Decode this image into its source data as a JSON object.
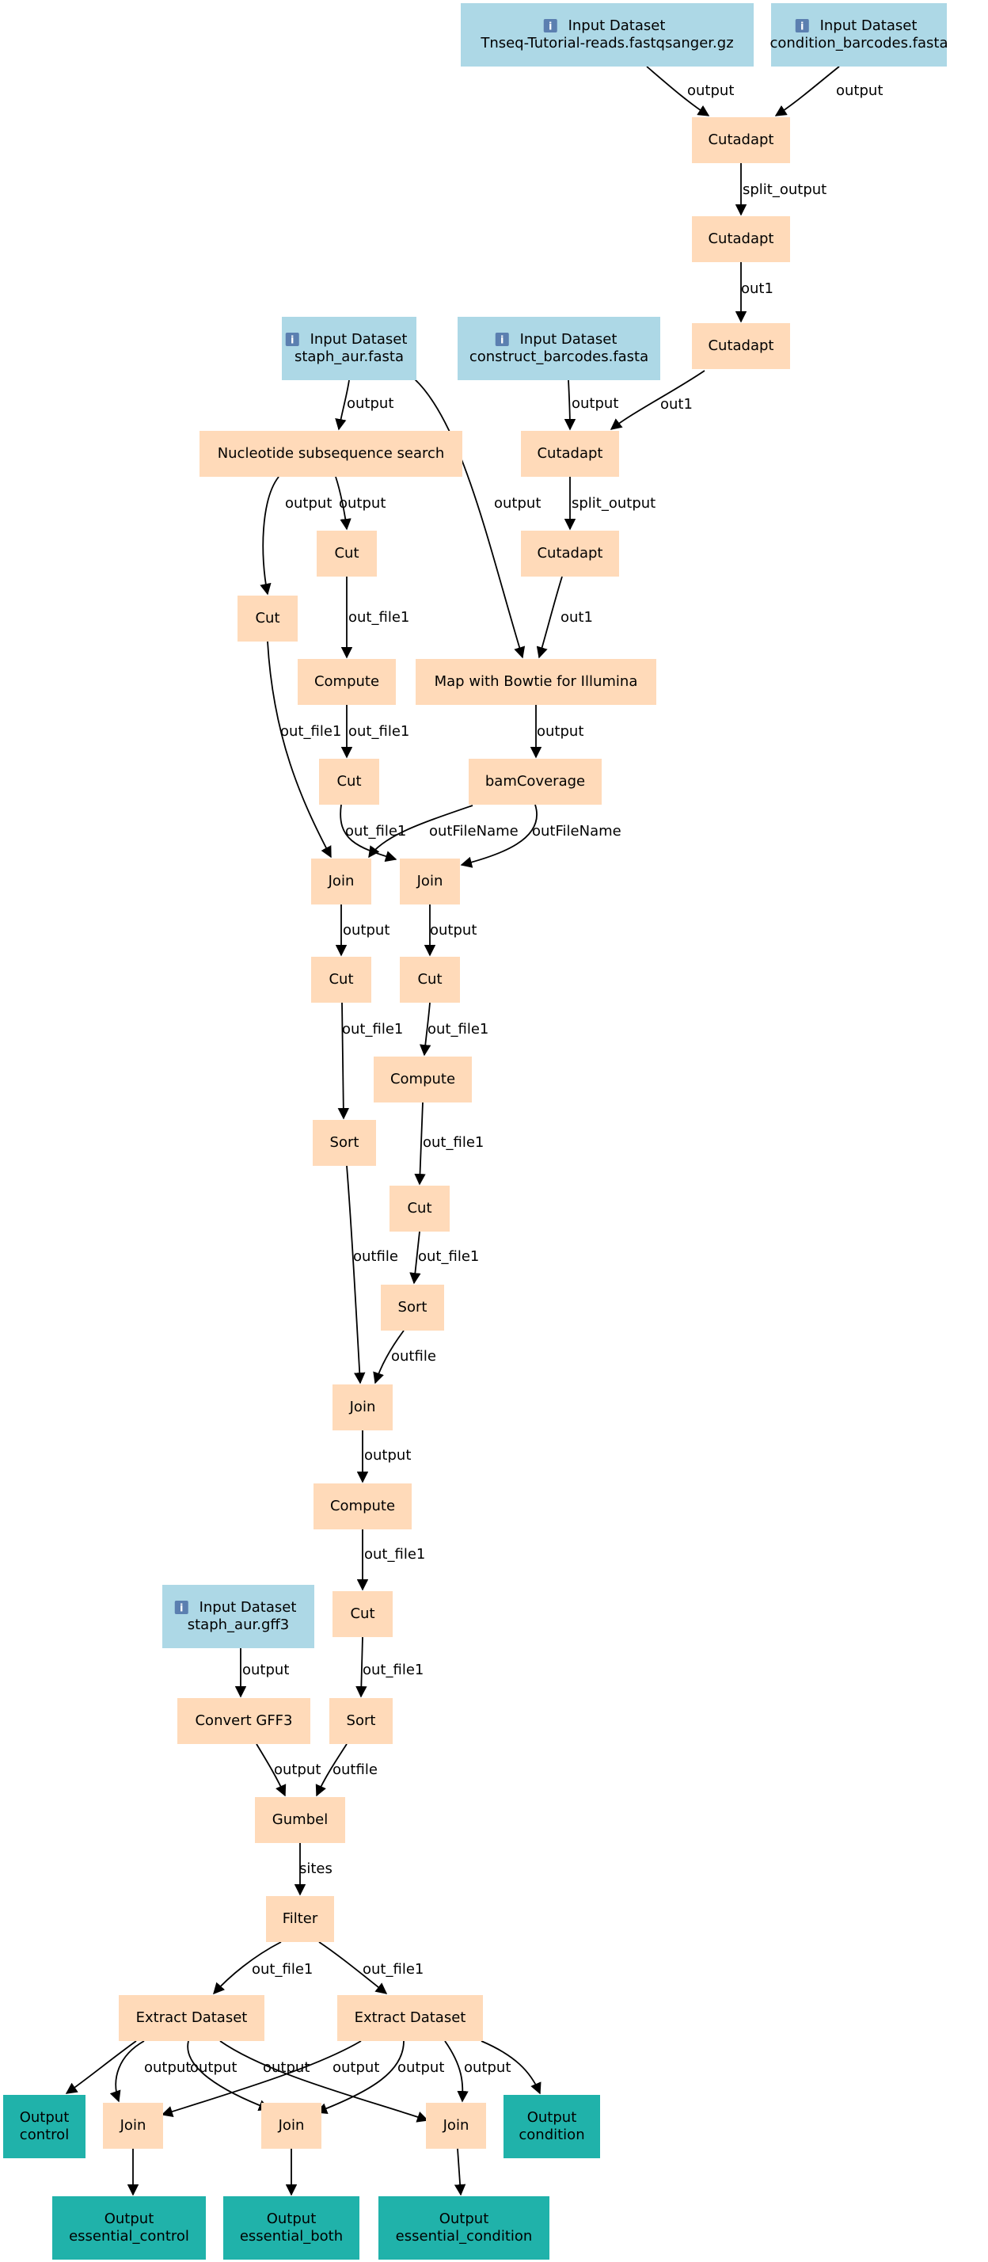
{
  "colors": {
    "input": "#add8e6",
    "tool": "#ffdab9",
    "output": "#20b2aa",
    "edge": "#000000"
  },
  "nodes": [
    {
      "id": "in_reads",
      "kind": "input",
      "lines": [
        "Input Dataset",
        "Tnseq-Tutorial-reads.fastqsanger.gz"
      ]
    },
    {
      "id": "in_cond",
      "kind": "input",
      "lines": [
        "Input Dataset",
        "condition_barcodes.fasta"
      ]
    },
    {
      "id": "cut1",
      "kind": "tool",
      "lines": [
        "Cutadapt"
      ]
    },
    {
      "id": "cut2",
      "kind": "tool",
      "lines": [
        "Cutadapt"
      ]
    },
    {
      "id": "cut3",
      "kind": "tool",
      "lines": [
        "Cutadapt"
      ]
    },
    {
      "id": "in_staph",
      "kind": "input",
      "lines": [
        "Input Dataset",
        "staph_aur.fasta"
      ]
    },
    {
      "id": "in_construct",
      "kind": "input",
      "lines": [
        "Input Dataset",
        "construct_barcodes.fasta"
      ]
    },
    {
      "id": "nss",
      "kind": "tool",
      "lines": [
        "Nucleotide subsequence search"
      ]
    },
    {
      "id": "cut4",
      "kind": "tool",
      "lines": [
        "Cutadapt"
      ]
    },
    {
      "id": "cut5",
      "kind": "tool",
      "lines": [
        "Cutadapt"
      ]
    },
    {
      "id": "cutA",
      "kind": "tool",
      "lines": [
        "Cut"
      ]
    },
    {
      "id": "cutB",
      "kind": "tool",
      "lines": [
        "Cut"
      ]
    },
    {
      "id": "compute1",
      "kind": "tool",
      "lines": [
        "Compute"
      ]
    },
    {
      "id": "bowtie",
      "kind": "tool",
      "lines": [
        "Map with Bowtie for Illumina"
      ]
    },
    {
      "id": "cutC",
      "kind": "tool",
      "lines": [
        "Cut"
      ]
    },
    {
      "id": "bamcov",
      "kind": "tool",
      "lines": [
        "bamCoverage"
      ]
    },
    {
      "id": "join1",
      "kind": "tool",
      "lines": [
        "Join"
      ]
    },
    {
      "id": "join2",
      "kind": "tool",
      "lines": [
        "Join"
      ]
    },
    {
      "id": "cutD",
      "kind": "tool",
      "lines": [
        "Cut"
      ]
    },
    {
      "id": "cutE",
      "kind": "tool",
      "lines": [
        "Cut"
      ]
    },
    {
      "id": "compute2",
      "kind": "tool",
      "lines": [
        "Compute"
      ]
    },
    {
      "id": "sort1",
      "kind": "tool",
      "lines": [
        "Sort"
      ]
    },
    {
      "id": "cutF",
      "kind": "tool",
      "lines": [
        "Cut"
      ]
    },
    {
      "id": "sort2",
      "kind": "tool",
      "lines": [
        "Sort"
      ]
    },
    {
      "id": "join3",
      "kind": "tool",
      "lines": [
        "Join"
      ]
    },
    {
      "id": "compute3",
      "kind": "tool",
      "lines": [
        "Compute"
      ]
    },
    {
      "id": "in_gff",
      "kind": "input",
      "lines": [
        "Input Dataset",
        "staph_aur.gff3"
      ]
    },
    {
      "id": "cutG",
      "kind": "tool",
      "lines": [
        "Cut"
      ]
    },
    {
      "id": "convgff",
      "kind": "tool",
      "lines": [
        "Convert GFF3"
      ]
    },
    {
      "id": "sort3",
      "kind": "tool",
      "lines": [
        "Sort"
      ]
    },
    {
      "id": "gumbel",
      "kind": "tool",
      "lines": [
        "Gumbel"
      ]
    },
    {
      "id": "filter",
      "kind": "tool",
      "lines": [
        "Filter"
      ]
    },
    {
      "id": "extract1",
      "kind": "tool",
      "lines": [
        "Extract Dataset"
      ]
    },
    {
      "id": "extract2",
      "kind": "tool",
      "lines": [
        "Extract Dataset"
      ]
    },
    {
      "id": "out_control",
      "kind": "output",
      "lines": [
        "Output",
        "control"
      ]
    },
    {
      "id": "joinX",
      "kind": "tool",
      "lines": [
        "Join"
      ]
    },
    {
      "id": "joinY",
      "kind": "tool",
      "lines": [
        "Join"
      ]
    },
    {
      "id": "joinZ",
      "kind": "tool",
      "lines": [
        "Join"
      ]
    },
    {
      "id": "out_condition",
      "kind": "output",
      "lines": [
        "Output",
        "condition"
      ]
    },
    {
      "id": "out_ess_control",
      "kind": "output",
      "lines": [
        "Output",
        "essential_control"
      ]
    },
    {
      "id": "out_ess_both",
      "kind": "output",
      "lines": [
        "Output",
        "essential_both"
      ]
    },
    {
      "id": "out_ess_condition",
      "kind": "output",
      "lines": [
        "Output",
        "essential_condition"
      ]
    }
  ],
  "edges": [
    {
      "id": "e1",
      "label": "output"
    },
    {
      "id": "e2",
      "label": "output"
    },
    {
      "id": "e3",
      "label": "split_output"
    },
    {
      "id": "e4",
      "label": "out1"
    },
    {
      "id": "e5",
      "label": "output"
    },
    {
      "id": "e6",
      "label": "output"
    },
    {
      "id": "e7",
      "label": "output"
    },
    {
      "id": "e8",
      "label": "out1"
    },
    {
      "id": "e9",
      "label": "output"
    },
    {
      "id": "e10",
      "label": "output"
    },
    {
      "id": "e11",
      "label": "split_output"
    },
    {
      "id": "e12",
      "label": "out_file1"
    },
    {
      "id": "e13",
      "label": "out1"
    },
    {
      "id": "e14",
      "label": "out_file1"
    },
    {
      "id": "e15",
      "label": "output"
    },
    {
      "id": "e16",
      "label": "out_file1"
    },
    {
      "id": "e17",
      "label": "out_file1"
    },
    {
      "id": "e18",
      "label": "outFileName"
    },
    {
      "id": "e19",
      "label": "outFileName"
    },
    {
      "id": "e20",
      "label": "output"
    },
    {
      "id": "e21",
      "label": "output"
    },
    {
      "id": "e22",
      "label": "out_file1"
    },
    {
      "id": "e23",
      "label": "out_file1"
    },
    {
      "id": "e24",
      "label": "out_file1"
    },
    {
      "id": "e25",
      "label": "out_file1"
    },
    {
      "id": "e26",
      "label": "outfile"
    },
    {
      "id": "e27",
      "label": "outfile"
    },
    {
      "id": "e28",
      "label": "output"
    },
    {
      "id": "e29",
      "label": "out_file1"
    },
    {
      "id": "e30",
      "label": "output"
    },
    {
      "id": "e31",
      "label": "out_file1"
    },
    {
      "id": "e32",
      "label": "output"
    },
    {
      "id": "e33",
      "label": "outfile"
    },
    {
      "id": "e34",
      "label": "sites"
    },
    {
      "id": "e35",
      "label": "out_file1"
    },
    {
      "id": "e36",
      "label": "out_file1"
    },
    {
      "id": "e37",
      "label": ""
    },
    {
      "id": "e38",
      "label": "output"
    },
    {
      "id": "e39",
      "label": "output"
    },
    {
      "id": "e40",
      "label": "output"
    },
    {
      "id": "e41",
      "label": "output"
    },
    {
      "id": "e42",
      "label": "output"
    },
    {
      "id": "e43",
      "label": "output"
    },
    {
      "id": "e44",
      "label": ""
    },
    {
      "id": "e45",
      "label": ""
    },
    {
      "id": "e46",
      "label": ""
    },
    {
      "id": "e47",
      "label": ""
    }
  ]
}
